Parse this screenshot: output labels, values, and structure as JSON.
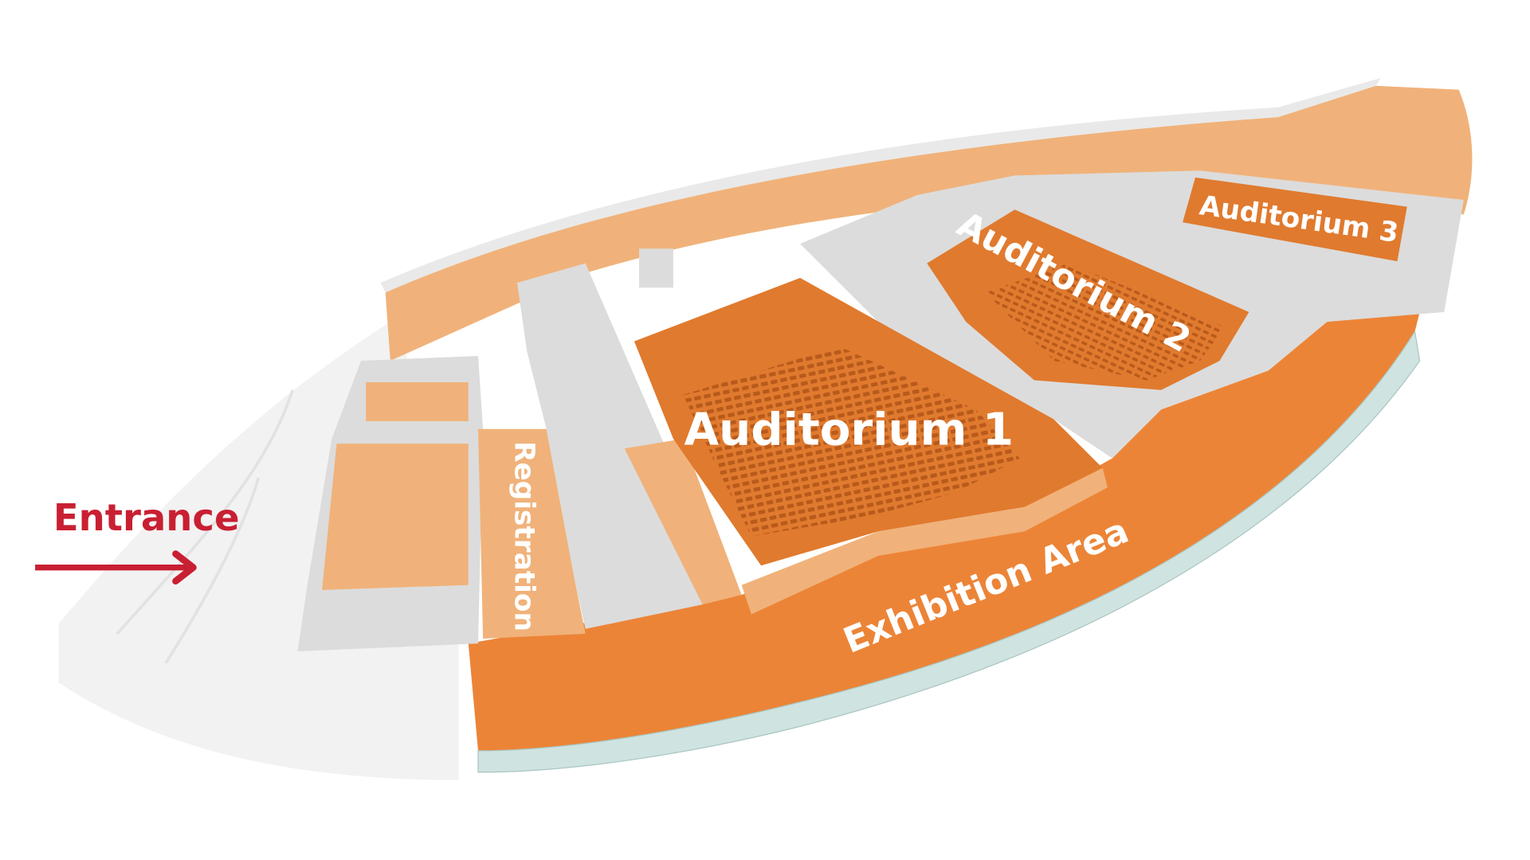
{
  "floor_plan": {
    "entrance_label": "Entrance",
    "areas": [
      {
        "id": "auditorium-1",
        "label": "Auditorium 1"
      },
      {
        "id": "auditorium-2",
        "label": "Auditorium 2"
      },
      {
        "id": "auditorium-3",
        "label": "Auditorium 3"
      },
      {
        "id": "registration",
        "label": "Registration"
      },
      {
        "id": "exhibition-area",
        "label": "Exhibition Area"
      }
    ]
  },
  "colors": {
    "accent_red": "#c91f32",
    "exhibition_orange": "#ec8437",
    "wall_orange": "#f0b27a",
    "auditorium_orange": "#e07a2e",
    "seat_orange": "#b85a1c",
    "wall_gray": "#dcdcdc",
    "ground_gray": "#f2f2f2"
  }
}
